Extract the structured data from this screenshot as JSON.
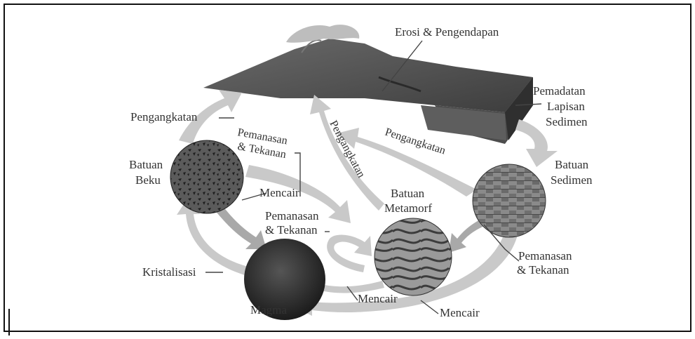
{
  "title": "",
  "labels": {
    "erosi": "Erosi & Pengendapan",
    "pemadatan_1": "Pemadatan",
    "pemadatan_2": "Lapisan",
    "pemadatan_3": "Sedimen",
    "pengangkatan_left": "Pengangkatan",
    "pemanasan_top_1": "Pemanasan",
    "pemanasan_top_2": "& Tekanan",
    "pengangkatan_mid": "Pengangkatan",
    "pengangkatan_right": "Pengangkatan",
    "batuan_beku_1": "Batuan",
    "batuan_beku_2": "Beku",
    "batuan_sedimen_1": "Batuan",
    "batuan_sedimen_2": "Sedimen",
    "batuan_metamorf_1": "Batuan",
    "batuan_metamorf_2": "Metamorf",
    "mencair_top": "Mencair",
    "pemanasan_mid_1": "Pemanasan",
    "pemanasan_mid_2": "& Tekanan",
    "pemanasan_right_1": "Pemanasan",
    "pemanasan_right_2": "& Tekanan",
    "kristalisasi": "Kristalisasi",
    "magma": "Magma",
    "mencair_mid": "Mencair",
    "mencair_bottom": "Mencair"
  },
  "colors": {
    "arrow": "#c9c9c9",
    "igneous": "#3a3a3a",
    "sedimentary": "#7d7d7d",
    "metamorphic": "#8a8a8a",
    "magma": "#2a2a2a",
    "mountain": "#5a5a5a"
  }
}
